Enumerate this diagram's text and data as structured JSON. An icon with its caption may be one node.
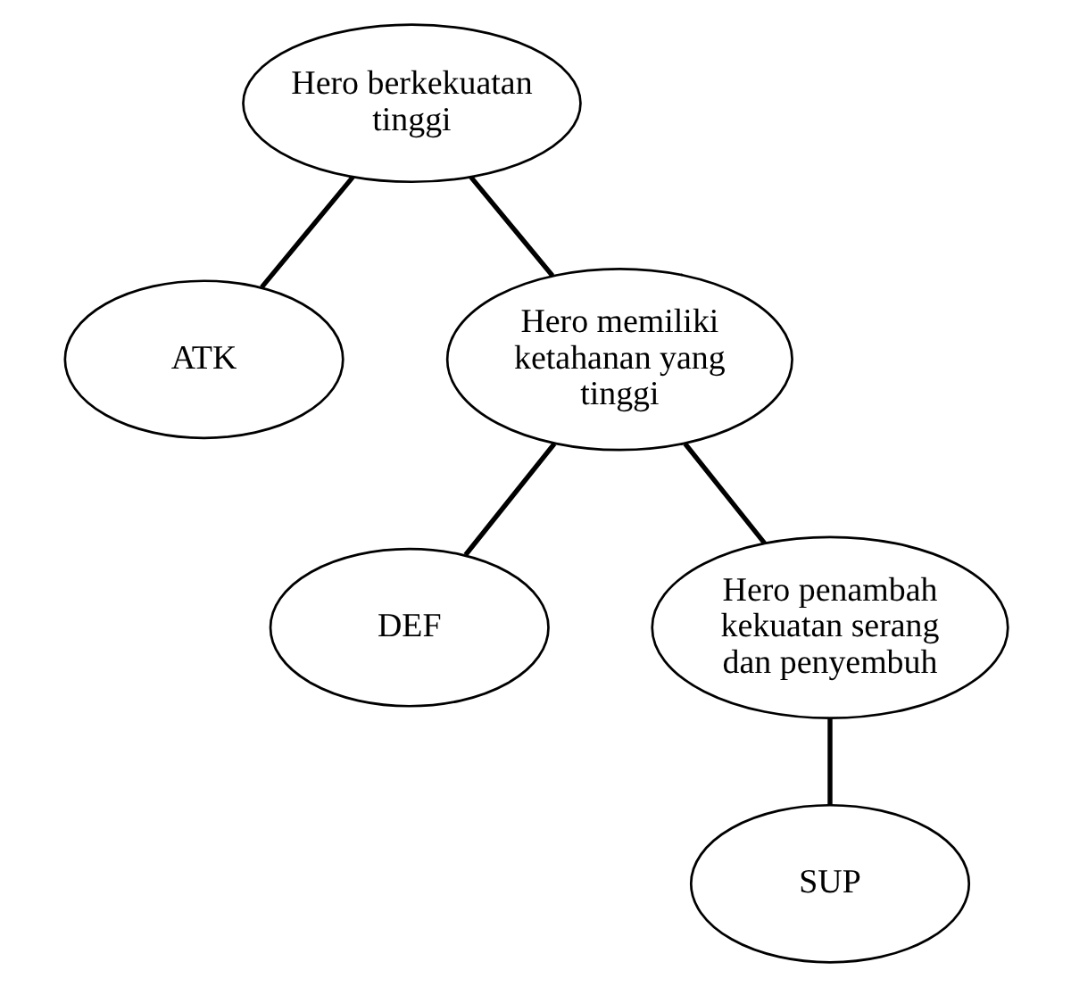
{
  "diagram": {
    "nodes": [
      {
        "text": [
          "Hero berkekuatan tinggi"
        ]
      },
      {
        "text": [
          "ATK"
        ]
      },
      {
        "text": [
          "Hero memiliki ketahanan yang tinggi"
        ]
      },
      {
        "text": [
          "DEF"
        ]
      },
      {
        "text": [
          "Hero penambah kekuatan serang dan penyembuh"
        ]
      },
      {
        "text": [
          "SUP"
        ]
      }
    ],
    "edges": [
      {
        "from": 0,
        "to": 1,
        "arrow": "none"
      },
      {
        "from": 0,
        "to": 2,
        "arrow": "none"
      },
      {
        "from": 2,
        "to": 3,
        "arrow": "none"
      },
      {
        "from": 2,
        "to": 4,
        "arrow": "none"
      },
      {
        "from": 4,
        "to": 5,
        "arrow": "none"
      }
    ]
  }
}
